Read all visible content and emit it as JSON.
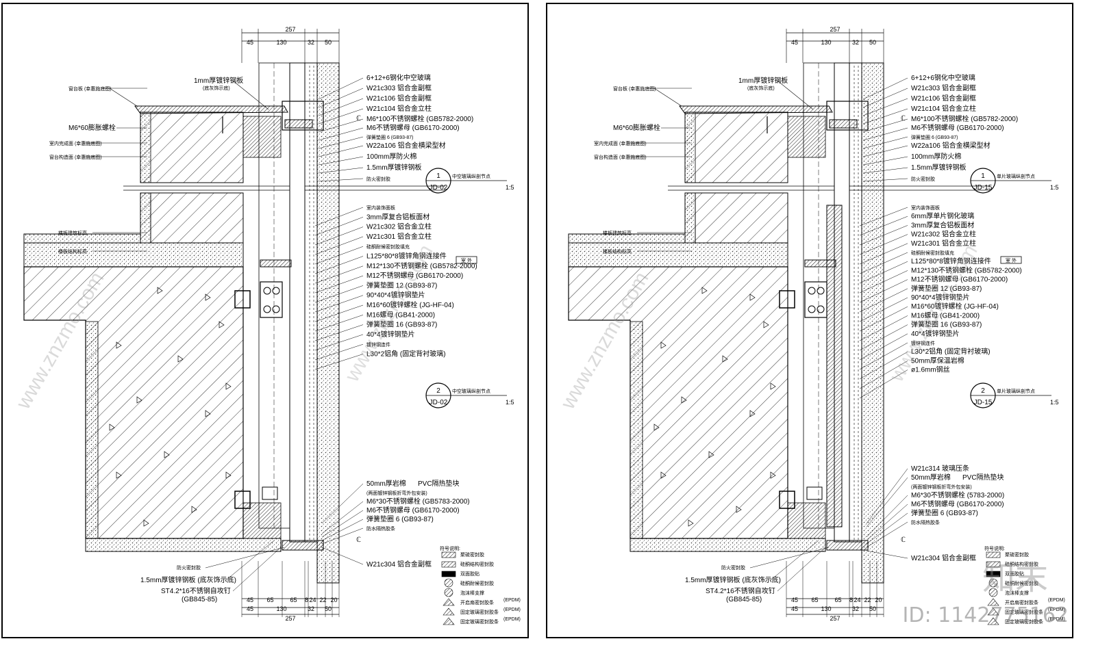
{
  "sheets": [
    {
      "top_dims": {
        "overall": "257",
        "parts": [
          "45",
          "130",
          "32",
          "50"
        ]
      },
      "bottom_dims": {
        "row1": [
          "45",
          "65",
          "65",
          "8",
          "24",
          "22",
          "20"
        ],
        "row2": [
          "45",
          "130",
          "32",
          "50"
        ],
        "overall": "257"
      },
      "left_notes": [
        "窗台板 (幸惠施底图)",
        "M6*60膨胀螺栓",
        "室内完成面 (幸惠施底图)",
        "窗台构造面 (幸惠施底图)",
        "楼板建筑标高",
        "楼板结构标高"
      ],
      "top_center": [
        "1mm厚镀锌钢板",
        "(底灰饰示底)"
      ],
      "right_upper": [
        "6+12+6钢化中空玻璃",
        "W21c303 铝合金副框",
        "W21c106 铝合金副框",
        "W21c104 铝合金立柱",
        "M6*100不锈钢螺栓 (GB5782-2000)",
        "M6不锈钢螺母 (GB6170-2000)",
        "弹簧垫圈  6 (GB93-87)",
        "W22a106 铝合金横梁型材",
        "100mm厚防火棉",
        "1.5mm厚镀锌钢板",
        "防火密封胶"
      ],
      "right_middle": [
        "室内装饰面板",
        "3mm厚复合铝板面材",
        "W21c302 铝合金立柱",
        "W21c301 铝合金立柱",
        "硅酮耐候密封胶填充",
        "L125*80*8镀锌角钢连接件",
        "M12*130不锈钢螺栓 (GB5782-2000)",
        "M12不锈钢螺母 (GB6170-2000)",
        "弹簧垫圈  12 (GB93-87)",
        "90*40*4镀锌钢垫片",
        "M16*60镀锌螺栓 (JG-HF-04)",
        "M16螺母 (GB41-2000)",
        "弹簧垫圈  16 (GB93-87)",
        "40*4镀锌钢垫片",
        "镀锌钢连件",
        "L30*2铝角 (固定背衬玻璃)"
      ],
      "right_lower": [
        "50mm厚岩棉",
        "PVC隔热垫块",
        "(两面镀锌钢板折弯外包安装)",
        "M6*30不锈钢螺栓 (GB5783-2000)",
        "M6不锈钢螺母 (GB6170-2000)",
        "弹簧垫圈  6 (GB93-87)",
        "防水隔热胶条",
        "W21c304 铝合金副框"
      ],
      "bottom_left": [
        "防火密封胶",
        "1.5mm厚镀锌钢板 (底灰饰示底)",
        "ST4.2*16不锈钢自攻钉",
        "(GB845-85)"
      ],
      "tag1": {
        "num": "1",
        "code": "JD-02",
        "title": "中空玻璃纵剖节点",
        "scale": "1:5"
      },
      "tag2": {
        "num": "2",
        "code": "JD-02",
        "title": "中空玻璃纵剖节点",
        "scale": "1:5"
      },
      "outside": "室 外",
      "legend_title": "符号说明:",
      "legend": [
        "聚硫密封胶",
        "硅酮结构密封胶",
        "双面胶贴",
        "硅酮耐候密封胶",
        "泡沫棒支撑",
        "开启扇密封胶条 (EPDM)",
        "固定玻璃密封胶条 (EPDM)",
        "固定玻璃密封胶条 (EPDM)"
      ]
    },
    {
      "top_dims": {
        "overall": "257",
        "parts": [
          "45",
          "130",
          "32",
          "50"
        ]
      },
      "bottom_dims": {
        "row1": [
          "45",
          "65",
          "65",
          "8",
          "24",
          "22",
          "20"
        ],
        "row2": [
          "45",
          "130",
          "32",
          "50"
        ],
        "overall": "257"
      },
      "left_notes": [
        "窗台板 (幸惠施底图)",
        "M6*60膨胀螺栓",
        "室内完成面 (幸惠施底图)",
        "窗台构造面 (幸惠施底图)",
        "楼板建筑标高",
        "楼板结构标高"
      ],
      "top_center": [
        "1mm厚镀锌钢板",
        "(底灰饰示底)"
      ],
      "right_upper": [
        "6+12+6钢化中空玻璃",
        "W21c303 铝合金副框",
        "W21c106 铝合金副框",
        "W21c104 铝合金立柱",
        "M6*100不锈钢螺栓 (GB5782-2000)",
        "M6不锈钢螺母 (GB6170-2000)",
        "弹簧垫圈  6 (GB93-87)",
        "W22a106 铝合金横梁型材",
        "100mm厚防火棉",
        "1.5mm厚镀锌钢板",
        "防火密封胶"
      ],
      "right_middle": [
        "室内装饰面板",
        "6mm厚单片钢化玻璃",
        "3mm厚复合铝板面材",
        "W21c302 铝合金立柱",
        "W21c301 铝合金立柱",
        "硅酮耐候密封胶填充",
        "L125*80*8镀锌角钢连接件",
        "M12*130不锈钢螺栓 (GB5782-2000)",
        "M12不锈钢螺母 (GB6170-2000)",
        "弹簧垫圈  12 (GB93-87)",
        "90*40*4镀锌钢垫片",
        "M16*60镀锌螺栓 (JG-HF-04)",
        "M16螺母 (GB41-2000)",
        "弹簧垫圈  16 (GB93-87)",
        "40*4镀锌钢垫片",
        "镀锌钢连件",
        "L30*2铝角 (固定背衬玻璃)",
        "50mm厚保温岩棉",
        "ø1.6mm钢丝"
      ],
      "right_lower": [
        "W21c314 玻璃压条",
        "50mm厚岩棉",
        "PVC隔热垫块",
        "(两面镀锌钢板折弯外包安装)",
        "M6*30不锈钢螺栓 (5783-2000)",
        "M6不锈钢螺母 (GB6170-2000)",
        "弹簧垫圈  6 (GB93-87)",
        "防水隔热胶条",
        "W21c304 铝合金副框"
      ],
      "bottom_left": [
        "防火密封胶",
        "1.5mm厚镀锌钢板 (底灰饰示底)",
        "ST4.2*16不锈钢自攻钉",
        "(GB845-85)"
      ],
      "tag1": {
        "num": "1",
        "code": "JD-15",
        "title": "单片玻璃纵剖节点",
        "scale": "1:5"
      },
      "tag2": {
        "num": "2",
        "code": "JD-15",
        "title": "单片玻璃纵剖节点",
        "scale": "1:5"
      },
      "outside": "室 外",
      "legend_title": "符号说明:",
      "legend": [
        "聚硫密封胶",
        "硅酮结构密封胶",
        "双面胶贴",
        "硅酮耐候密封胶",
        "泡沫棒支撑",
        "开启扇密封胶条 (EPDM)",
        "固定玻璃密封胶条 (EPDM)",
        "固定玻璃密封胶条 (EPDM)"
      ]
    }
  ],
  "watermark_id": "ID: 1142775162",
  "watermark_logo": "知末",
  "watermark_site": "www.znzmo.com"
}
